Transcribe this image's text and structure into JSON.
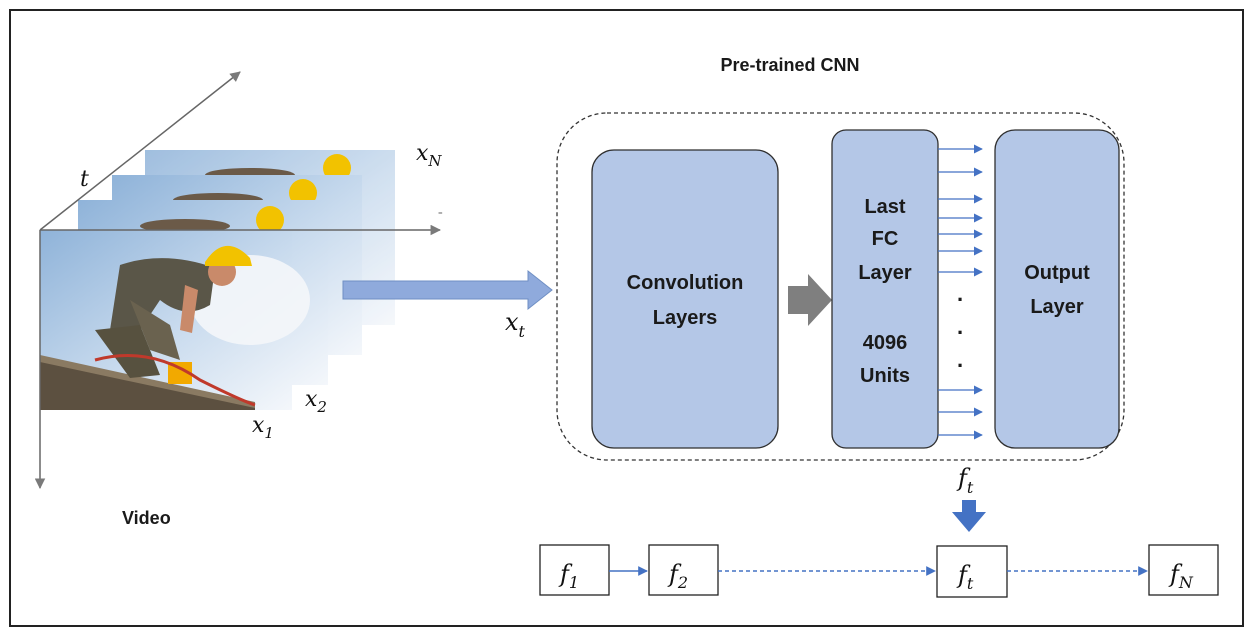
{
  "title": "Pre-trained CNN",
  "video_label": "Video",
  "time_axis_label": "t",
  "frames": [
    {
      "var": "x",
      "sub": "1"
    },
    {
      "var": "x",
      "sub": "2"
    },
    {
      "var": "x",
      "sub": "N"
    }
  ],
  "input_arrow_label": {
    "var": "x",
    "sub": "t"
  },
  "conv_block": {
    "line1": "Convolution",
    "line2": "Layers"
  },
  "fc_block": {
    "line1": "Last",
    "line2": "FC",
    "line3": "Layer",
    "line4": "4096",
    "line5": "Units"
  },
  "output_block": {
    "line1": "Output",
    "line2": "Layer"
  },
  "ellipsis": [
    ".",
    ".",
    "."
  ],
  "feature_label": {
    "var": "f",
    "sub": "t"
  },
  "feature_sequence": [
    {
      "var": "f",
      "sub": "1"
    },
    {
      "var": "f",
      "sub": "2"
    },
    {
      "var": "f",
      "sub": "t"
    },
    {
      "var": "f",
      "sub": "N"
    }
  ],
  "colors": {
    "block_fill": "#b4c7e7",
    "block_stroke": "#2f2f2f",
    "arrow_blue": "#4472c4",
    "input_arrow": "#8faadc",
    "gray_arrow": "#7f7f7f",
    "sky": "#a9c6e3",
    "cloud": "#f2f5f9",
    "helmet": "#f2c200"
  }
}
